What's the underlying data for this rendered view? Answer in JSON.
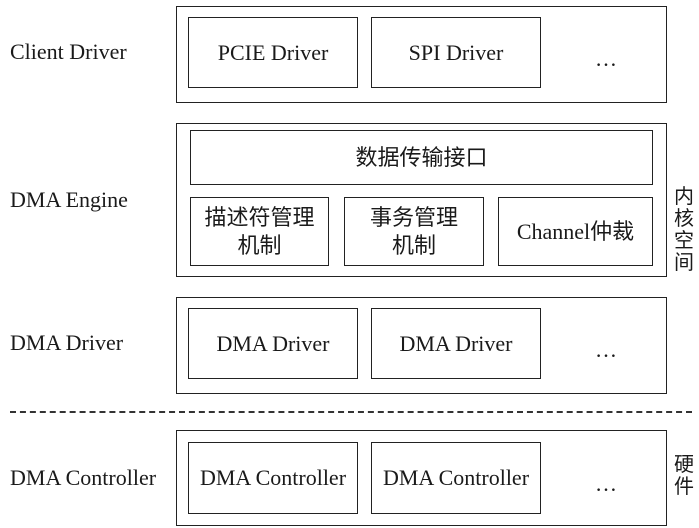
{
  "layers": {
    "client": {
      "label": "Client Driver",
      "items": [
        "PCIE Driver",
        "SPI Driver",
        "…"
      ]
    },
    "engine": {
      "label": "DMA Engine",
      "top": "数据传输接口",
      "items": [
        {
          "line1": "描述符管理",
          "line2": "机制"
        },
        {
          "line1": "事务管理",
          "line2": "机制"
        },
        {
          "line1": "Channel仲裁",
          "line2": ""
        }
      ]
    },
    "driver": {
      "label": "DMA Driver",
      "items": [
        "DMA Driver",
        "DMA Driver",
        "…"
      ]
    },
    "controller": {
      "label": "DMA Controller",
      "items": [
        "DMA Controller",
        "DMA Controller",
        "…"
      ]
    }
  },
  "side_labels": {
    "kernel": "内核空间",
    "hardware": "硬件"
  }
}
